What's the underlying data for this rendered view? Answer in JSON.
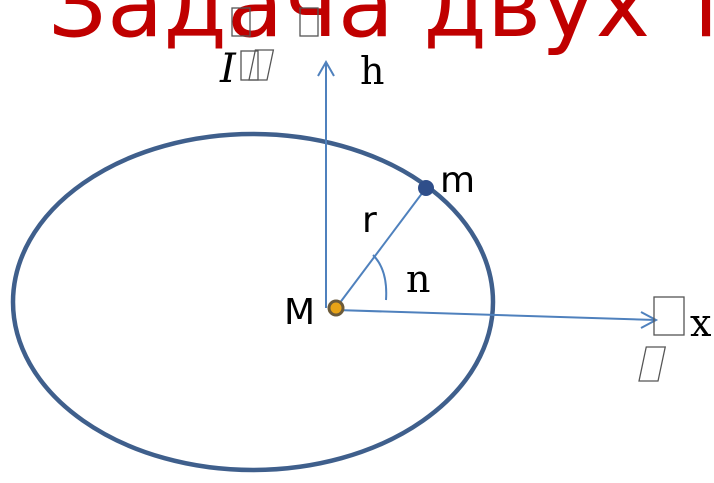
{
  "colors": {
    "title": "#c00000",
    "orbit": "#3f5f8c",
    "axis": "#4f81bd",
    "radius": "#4f81bd",
    "body_m": "#2f4e8a",
    "body_M": "#e8a317",
    "text": "#000000"
  },
  "title": "Задача двух те",
  "labels": {
    "h_axis": "h",
    "x_axis": "x",
    "radius": "r",
    "angle": "n",
    "small_mass": "m",
    "large_mass": "M",
    "upper_left_italic": "I",
    "lower_right_italic": ""
  }
}
